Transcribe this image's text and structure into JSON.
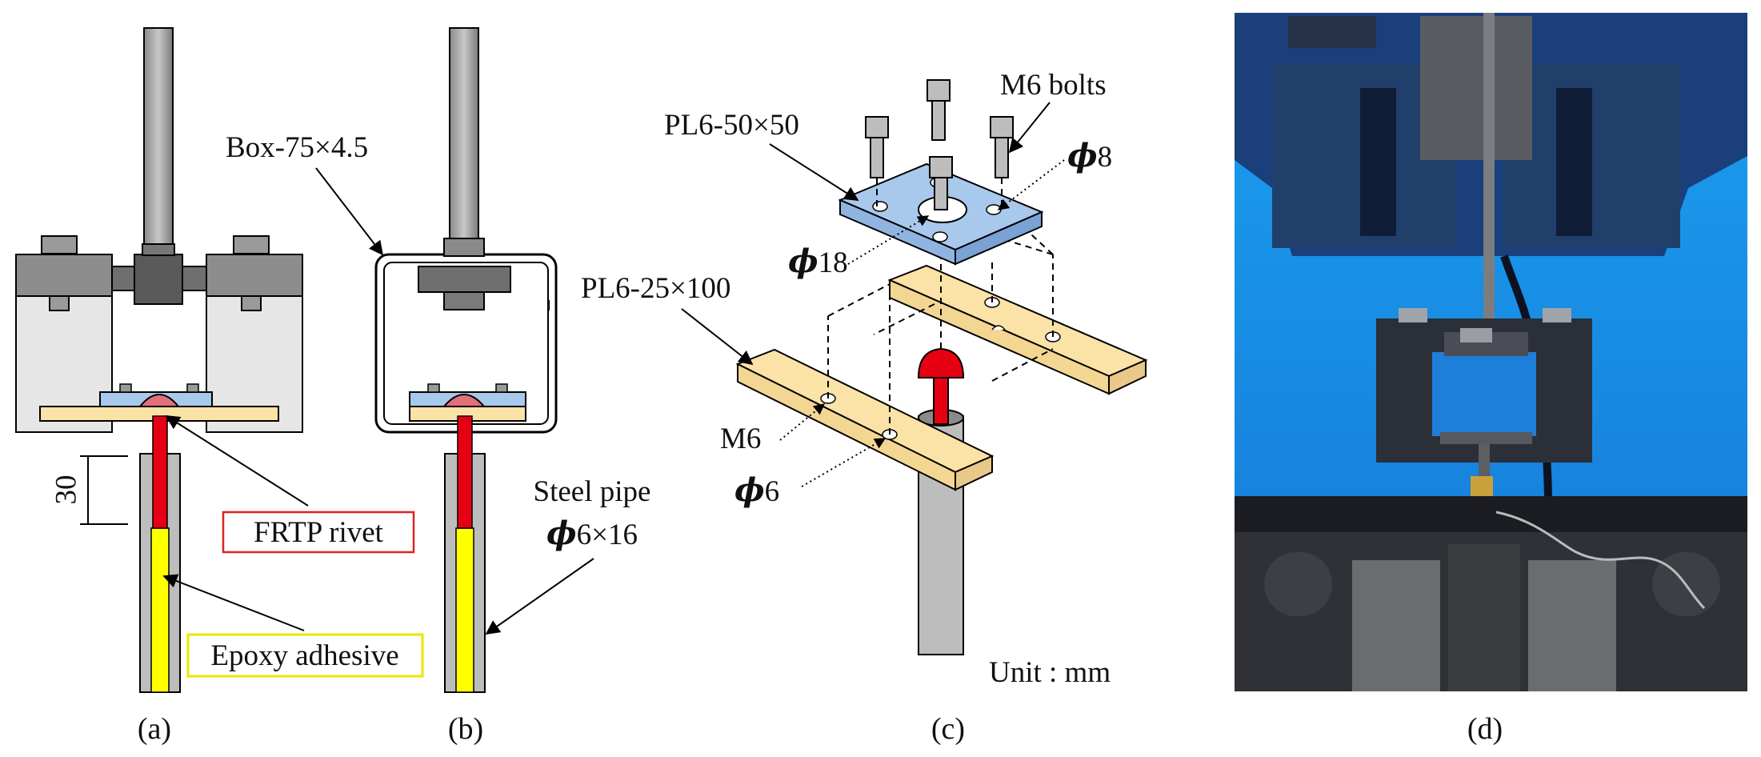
{
  "labels": {
    "box": "Box-75×4.5",
    "frtp": "FRTP rivet",
    "epoxy": "Epoxy adhesive",
    "pipe_line1": "Steel pipe",
    "pipe_dim": "6×16",
    "dim_30": "30",
    "plate_top": "PL6-50×50",
    "plate_bottom": "PL6-25×100",
    "bolts": "M6 bolts",
    "phi8": "8",
    "phi18": "18",
    "m6": "M6",
    "phi6": "6",
    "unit": "Unit : mm"
  },
  "symbols": {
    "phi": "ϕ"
  },
  "captions": {
    "a": "(a)",
    "b": "(b)",
    "c": "(c)",
    "d": "(d)"
  },
  "colors": {
    "rivet_red": "#e60012",
    "rivet_cap_pink": "#e0707a",
    "epoxy_yellow": "#ffff00",
    "steel_gray": "#b5b5b5",
    "plate_blue": "#a8c8ec",
    "plate_tan": "#fbe2a6",
    "frtp_box": "#e02020",
    "epoxy_box": "#e8e800",
    "photo_blue": "#1e7fd8"
  }
}
